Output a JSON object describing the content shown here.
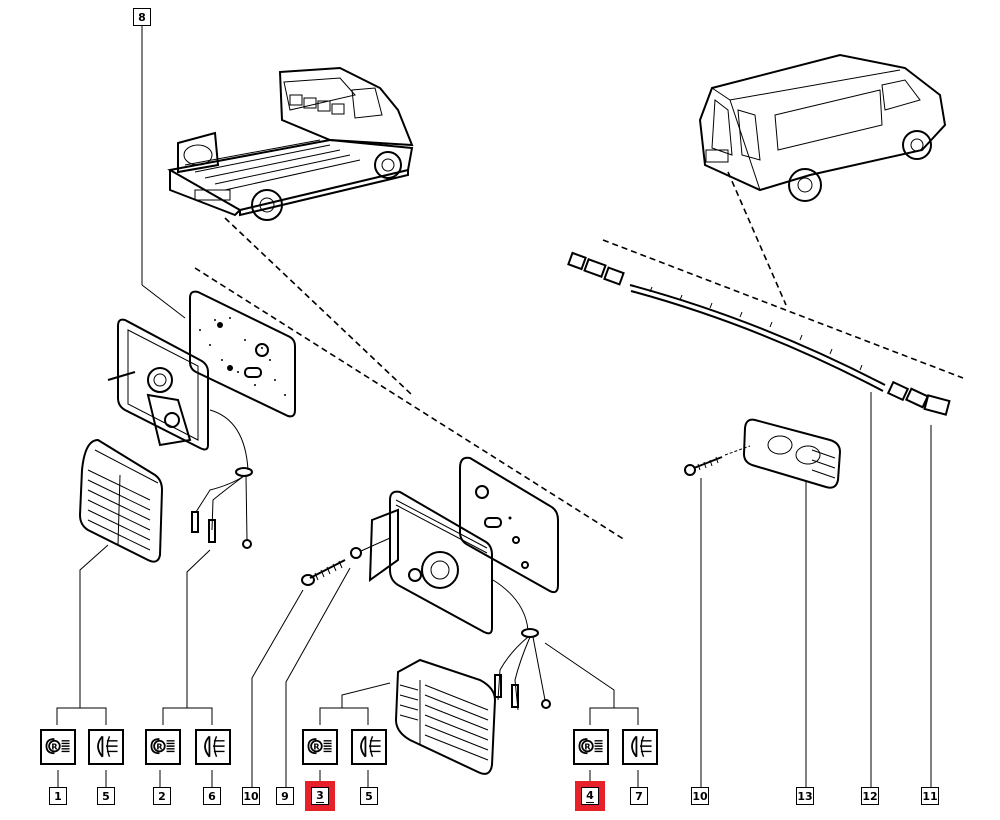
{
  "diagram": {
    "title": "Rear lamp and number plate lamp assembly – exploded parts view",
    "vehicles": [
      {
        "id": "pickup",
        "label": "Platform cab / pickup (rear view)"
      },
      {
        "id": "van",
        "label": "Panel van (rear view)"
      }
    ],
    "callouts": [
      {
        "id": "c8",
        "number": "8",
        "highlighted": false,
        "part": "Rear lamp seal / gasket"
      },
      {
        "id": "c1",
        "number": "1",
        "highlighted": false,
        "part": "Rear lamp assembly (right)"
      },
      {
        "id": "c5a",
        "number": "5",
        "highlighted": false,
        "part": "Lamp lens"
      },
      {
        "id": "c2",
        "number": "2",
        "highlighted": false,
        "part": "Rear lamp assembly (left)"
      },
      {
        "id": "c6",
        "number": "6",
        "highlighted": false,
        "part": "Bulb holder / wiring"
      },
      {
        "id": "c10a",
        "number": "10",
        "highlighted": false,
        "part": "Screw"
      },
      {
        "id": "c9",
        "number": "9",
        "highlighted": false,
        "part": "Washer"
      },
      {
        "id": "c3",
        "number": "3",
        "highlighted": true,
        "part": "Rear lamp assembly"
      },
      {
        "id": "c5b",
        "number": "5",
        "highlighted": false,
        "part": "Lamp lens"
      },
      {
        "id": "c4",
        "number": "4",
        "highlighted": true,
        "part": "Rear lamp assembly wiring"
      },
      {
        "id": "c7",
        "number": "7",
        "highlighted": false,
        "part": "Bulb holder"
      },
      {
        "id": "c10b",
        "number": "10",
        "highlighted": false,
        "part": "Screw"
      },
      {
        "id": "c13",
        "number": "13",
        "highlighted": false,
        "part": "Number plate lamp"
      },
      {
        "id": "c12",
        "number": "12",
        "highlighted": false,
        "part": "Wiring harness"
      },
      {
        "id": "c11",
        "number": "11",
        "highlighted": false,
        "part": "Connector"
      }
    ],
    "symbols": [
      {
        "id": "s1",
        "type": "rear-fog-R-symbol"
      },
      {
        "id": "s2",
        "type": "lamp-lens-symbol"
      },
      {
        "id": "s3",
        "type": "rear-fog-R-symbol"
      },
      {
        "id": "s4",
        "type": "lamp-lens-symbol"
      },
      {
        "id": "s5",
        "type": "rear-fog-R-symbol"
      },
      {
        "id": "s6",
        "type": "lamp-lens-symbol"
      },
      {
        "id": "s7",
        "type": "rear-fog-R-symbol"
      },
      {
        "id": "s8",
        "type": "lamp-lens-symbol"
      }
    ],
    "symbol_letter": "R",
    "highlight_color": "#e8202a"
  }
}
